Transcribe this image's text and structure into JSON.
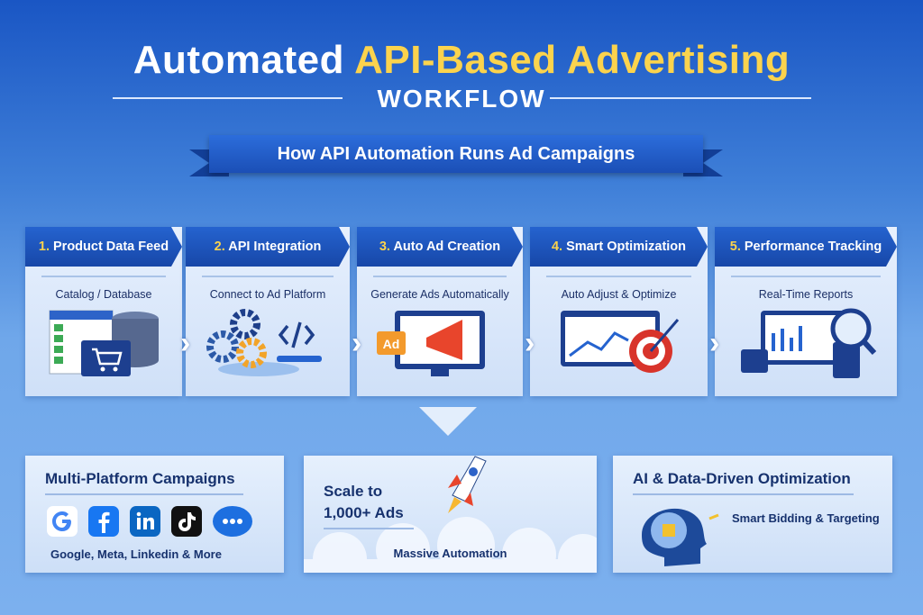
{
  "header": {
    "title_part1": "Automated",
    "title_part2": "API-Based Advertising",
    "subtitle": "WORKFLOW",
    "ribbon": "How API Automation Runs Ad Campaigns"
  },
  "steps": [
    {
      "num": "1.",
      "title": "Product Data Feed",
      "desc": "Catalog / Database",
      "icon": "database-cart-icon"
    },
    {
      "num": "2.",
      "title": "API Integration",
      "desc": "Connect to Ad Platform",
      "icon": "gears-code-icon"
    },
    {
      "num": "3.",
      "title": "Auto Ad Creation",
      "desc": "Generate Ads Automatically",
      "icon": "megaphone-ad-icon",
      "badge": "Ad"
    },
    {
      "num": "4.",
      "title": "Smart Optimization",
      "desc": "Auto Adjust & Optimize",
      "icon": "target-chart-icon"
    },
    {
      "num": "5.",
      "title": "Performance Tracking",
      "desc": "Real-Time Reports",
      "icon": "report-magnifier-icon"
    }
  ],
  "bottom": {
    "platforms": {
      "title": "Multi-Platform Campaigns",
      "caption": "Google, Meta, Linkedin & More",
      "icons": [
        "google-icon",
        "facebook-icon",
        "linkedin-icon",
        "tiktok-icon",
        "more-chat-icon"
      ]
    },
    "scale": {
      "line1": "Scale to",
      "line2": "1,000+ Ads",
      "caption": "Massive Automation"
    },
    "ai": {
      "title": "AI & Data-Driven Optimization",
      "caption": "Smart Bidding & Targeting"
    }
  },
  "colors": {
    "accent": "#fbd34d",
    "header_blue": "#1c4fb0"
  }
}
